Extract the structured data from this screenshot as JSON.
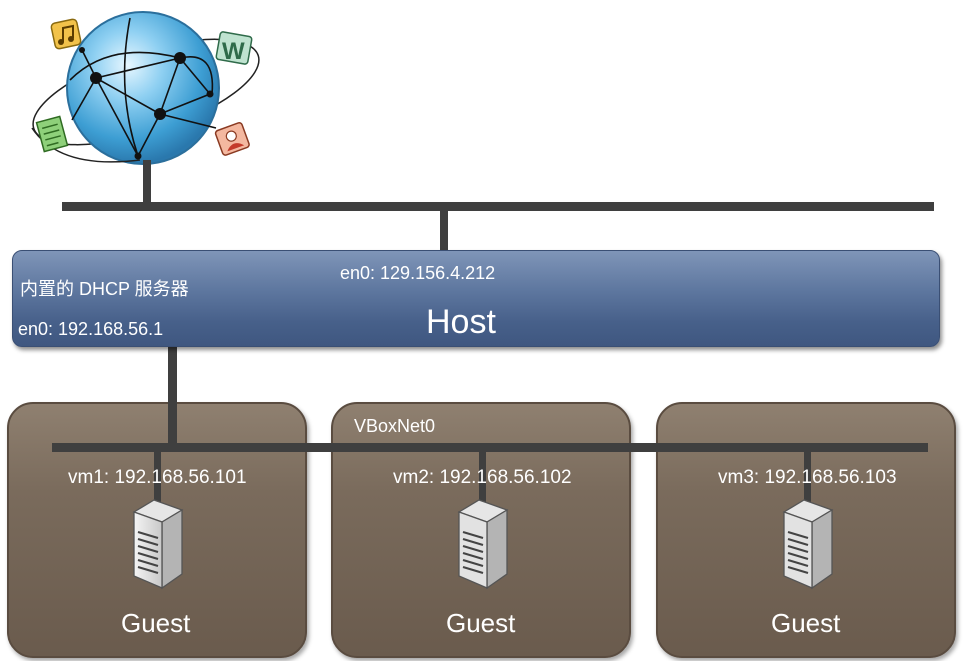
{
  "internet": {
    "icons": [
      "globe-icon",
      "music-note-icon",
      "word-document-icon",
      "text-document-icon",
      "contact-card-icon"
    ]
  },
  "host": {
    "name": "Host",
    "dhcp_label": "内置的 DHCP 服务器",
    "external_ip": "en0: 129.156.4.212",
    "internal_ip": "en0: 192.168.56.1",
    "color": "#5a729a"
  },
  "network": {
    "name": "VBoxNet0"
  },
  "guests": [
    {
      "vm_label": "vm1: 192.168.56.101",
      "name": "Guest",
      "icon": "server-icon"
    },
    {
      "vm_label": "vm2: 192.168.56.102",
      "name": "Guest",
      "icon": "server-icon"
    },
    {
      "vm_label": "vm3: 192.168.56.103",
      "name": "Guest",
      "icon": "server-icon"
    }
  ],
  "colors": {
    "guest": "#7a6b5c",
    "wire": "#3f3f3f"
  }
}
